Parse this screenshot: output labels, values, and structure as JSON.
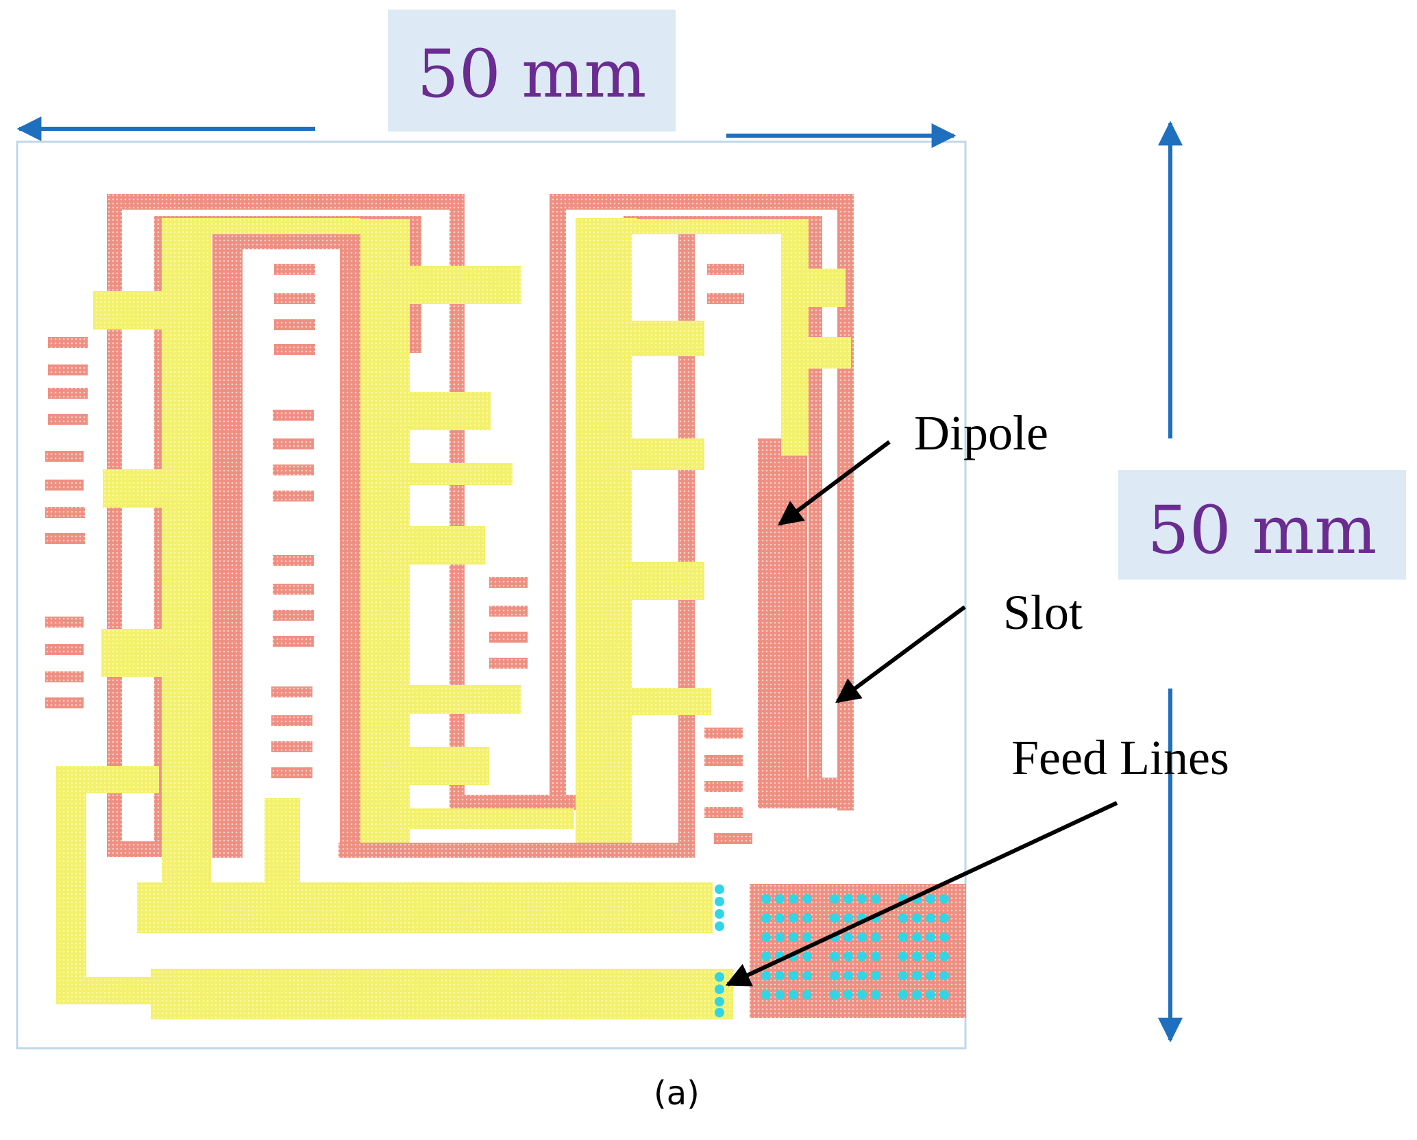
{
  "dimensions": {
    "width_label": "50 mm",
    "height_label": "50 mm"
  },
  "labels": {
    "dipole": "Dipole",
    "slot": "Slot",
    "feed_lines": "Feed Lines"
  },
  "caption": "(a)",
  "colors": {
    "dimension_arrow": "#1f6fbf",
    "dimension_box": "#dde9f5",
    "dimension_text": "#6a2c91",
    "slot_metal": "#ee8f82",
    "feed_metal": "#f3f06c",
    "via": "#31d6e6",
    "board_outline": "#bfd7ea"
  }
}
